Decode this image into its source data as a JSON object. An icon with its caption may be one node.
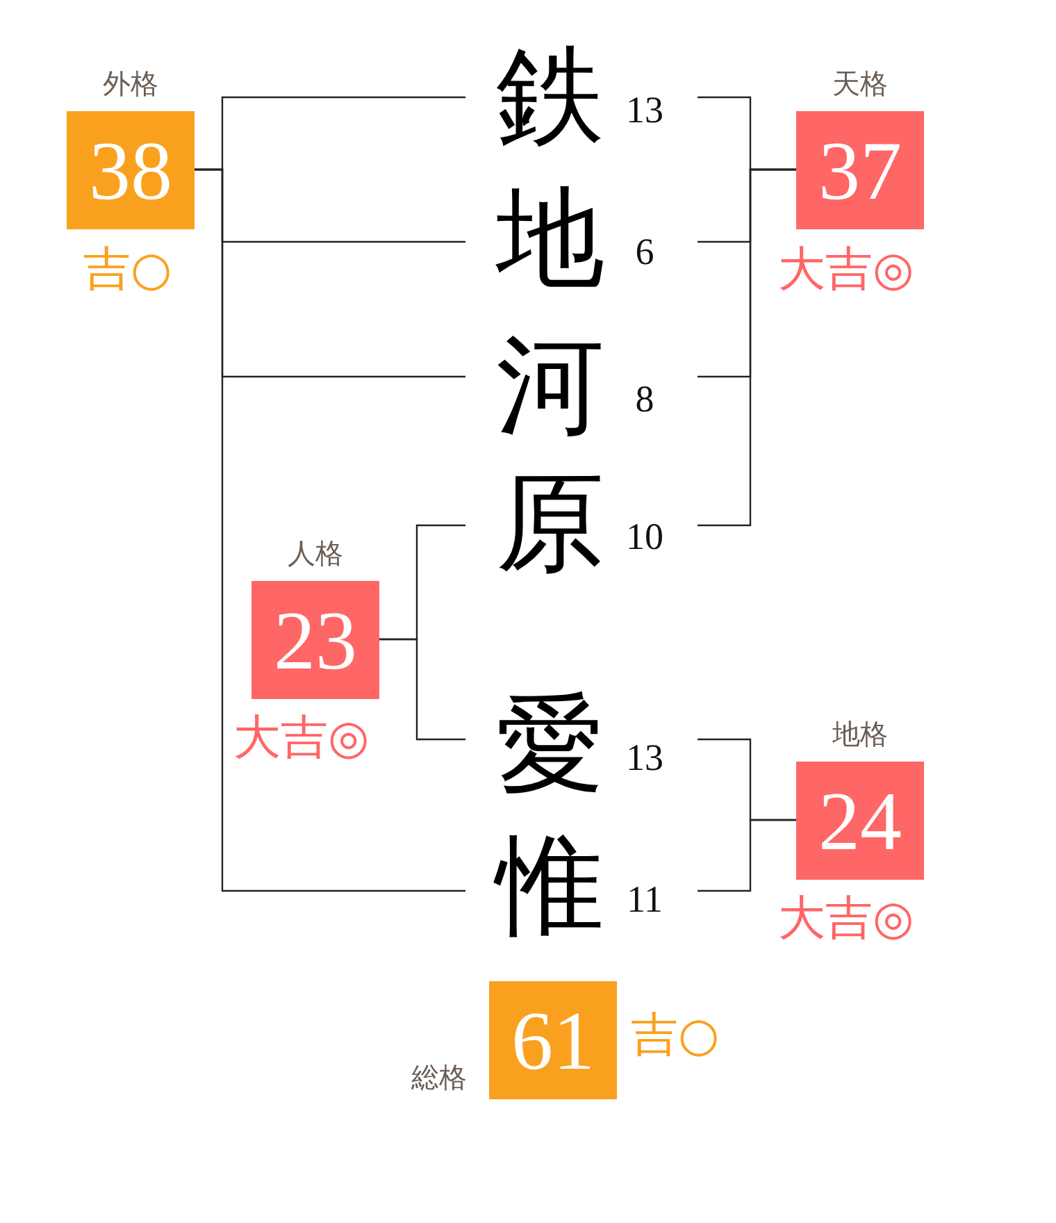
{
  "diagram": {
    "nodes": [
      {
        "text": [
          "外格",
          "38"
        ],
        "beside": [
          "吉○"
        ]
      },
      {
        "text": [
          "鉄"
        ],
        "beside": [
          "13"
        ]
      },
      {
        "text": [
          "天格",
          "37"
        ],
        "beside": [
          "大吉◎"
        ]
      },
      {
        "text": [
          "地"
        ],
        "beside": [
          "6"
        ]
      },
      {
        "text": [
          "河"
        ],
        "beside": [
          "8"
        ]
      },
      {
        "text": [
          "原"
        ],
        "beside": [
          "10"
        ]
      },
      {
        "text": [
          "人格",
          "23"
        ],
        "beside": [
          "大吉◎"
        ]
      },
      {
        "text": [
          "愛"
        ],
        "beside": [
          "13"
        ]
      },
      {
        "text": [
          "地格",
          "24"
        ],
        "beside": [
          "大吉◎"
        ]
      },
      {
        "text": [
          "惟"
        ],
        "beside": [
          "11"
        ]
      },
      {
        "text": [
          "総格",
          "61"
        ],
        "beside": [
          "吉○"
        ]
      }
    ],
    "edges": [
      {
        "from": 1,
        "to": 0,
        "arrow": "none"
      },
      {
        "from": 3,
        "to": 0,
        "arrow": "none"
      },
      {
        "from": 4,
        "to": 0,
        "arrow": "none"
      },
      {
        "from": 9,
        "to": 0,
        "arrow": "none"
      },
      {
        "from": 1,
        "to": 2,
        "arrow": "none"
      },
      {
        "from": 3,
        "to": 2,
        "arrow": "none"
      },
      {
        "from": 4,
        "to": 2,
        "arrow": "none"
      },
      {
        "from": 5,
        "to": 2,
        "arrow": "none"
      },
      {
        "from": 5,
        "to": 6,
        "arrow": "none"
      },
      {
        "from": 7,
        "to": 6,
        "arrow": "none"
      },
      {
        "from": 7,
        "to": 8,
        "arrow": "none"
      },
      {
        "from": 9,
        "to": 8,
        "arrow": "none"
      }
    ]
  }
}
